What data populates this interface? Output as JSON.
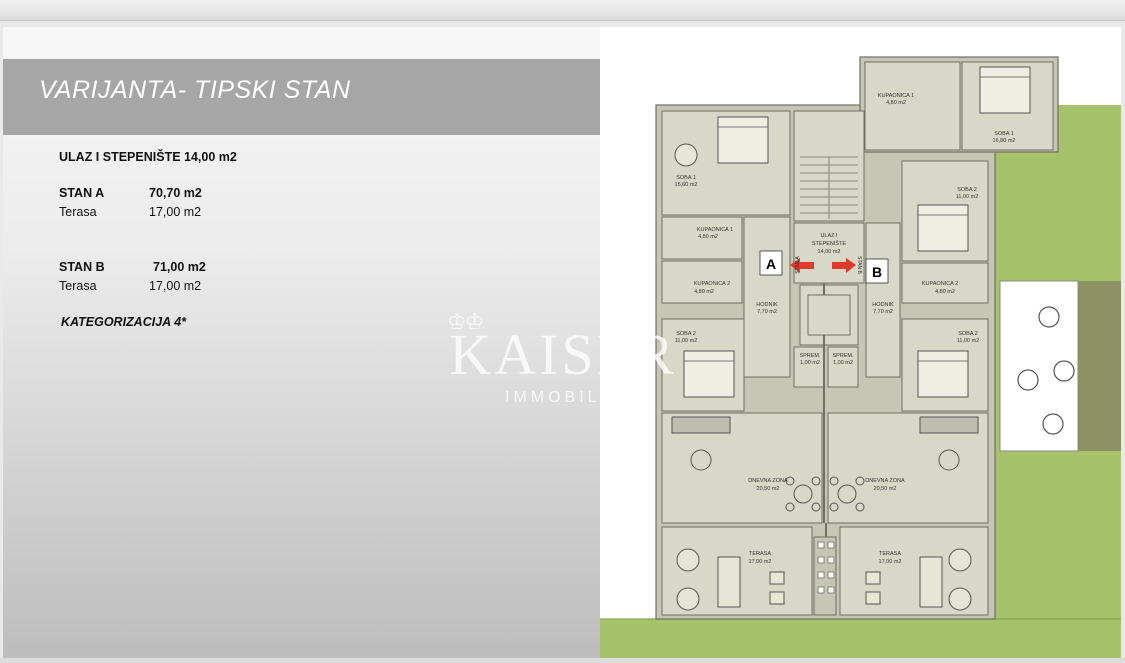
{
  "slide": {
    "title": "VARIJANTA- TIPSKI STAN",
    "entrance": "ULAZ I STEPENIŠTE 14,00 m2",
    "stan_a": {
      "label": "STAN A",
      "area": "70,70 m2",
      "terrace_label": "Terasa",
      "terrace_area": "17,00 m2"
    },
    "stan_b": {
      "label": "STAN B",
      "area": "71,00 m2",
      "terrace_label": "Terasa",
      "terrace_area": "17,00 m2"
    },
    "category": "KATEGORIZACIJA 4*"
  },
  "plan": {
    "marker_a": "A",
    "marker_b": "B",
    "labels": {
      "kupaonica_top": "KUPAONICA 1",
      "kupaonica_top_area": "4,80 m2",
      "soba1_top": "SOBA 1",
      "soba1_top_area": "16,80 m2",
      "soba1_a": "SOBA 1",
      "soba1_a_area": "15,60 m2",
      "kupaonica1_a": "KUPAONICA 1",
      "kupaonica1_a_area": "4,80 m2",
      "kupaonica2_a": "KUPAONICA 2",
      "kupaonica2_a_area": "4,80 m2",
      "hodnik_a": "HODNIK",
      "hodnik_a_area": "7,70 m2",
      "soba2_a": "SOBA 2",
      "soba2_a_area": "11,00 m2",
      "spremiste_a": "SPREM.",
      "spremiste_a_area": "1,00 m2",
      "dnevna_a": "DNEVNA ZONA",
      "dnevna_a_area": "20,50 m2",
      "terasa_a": "TERASA",
      "terasa_a_area": "17,00 m2",
      "ulaz": "ULAZ I",
      "stepeniste": "STEPENIŠTE",
      "ulaz_area": "14,00 m2",
      "stan_a_vertical": "STAN A",
      "stan_b_vertical": "STAN B",
      "soba2_b": "SOBA 2",
      "soba2_b_area": "11,00 m2",
      "kupaonica2_b": "KUPAONICA 2",
      "kupaonica2_b_area": "4,80 m2",
      "hodnik_b": "HODNIK",
      "hodnik_b_area": "7,70 m2",
      "soba2b_b": "SOBA 2",
      "soba2b_b_area": "11,00 m2",
      "spremiste_b": "SPREM.",
      "spremiste_b_area": "1,00 m2",
      "dnevna_b": "DNEVNA ZONA",
      "dnevna_b_area": "20,50 m2",
      "terasa_b": "TERASA",
      "terasa_b_area": "17,00 m2"
    }
  },
  "watermark": {
    "main": "KAISER",
    "sub": "IMMOBILIEN"
  },
  "colors": {
    "wall": "#c6c6b4",
    "floor": "#d8d8c8",
    "grass": "#a6c26a",
    "arrow": "#e03a2a",
    "title_band": "#a7a6a7"
  }
}
